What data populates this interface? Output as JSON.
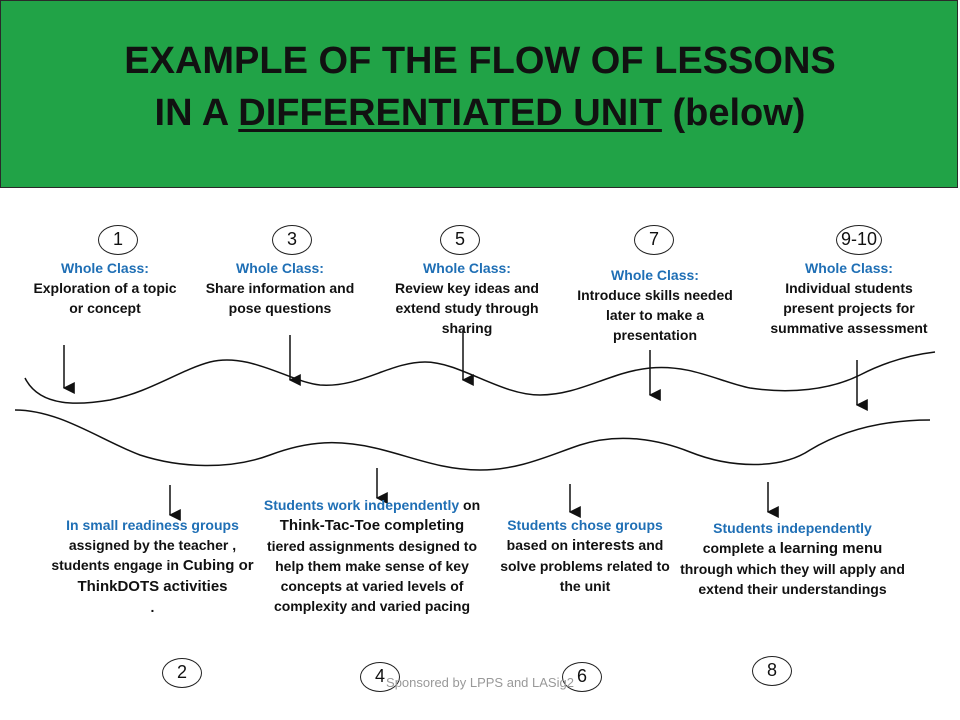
{
  "colors": {
    "banner": "#21a347",
    "accent_blue": "#1f6fb5",
    "wave": "#111111"
  },
  "title": {
    "line1": "EXAMPLE OF THE FLOW OF LESSONS",
    "line2_pre": "IN A ",
    "line2_underlined": "DIFFERENTIATED UNIT",
    "line2_post": " (below)"
  },
  "steps_top": [
    {
      "num": "1",
      "head": "Whole Class:",
      "body": "Exploration of a topic or concept"
    },
    {
      "num": "3",
      "head": "Whole Class:",
      "body": "Share information and pose questions"
    },
    {
      "num": "5",
      "head": "Whole Class:",
      "body": "Review key ideas and extend study through sharing"
    },
    {
      "num": "7",
      "head": "Whole Class:",
      "body": "Introduce skills needed later to make a presentation"
    },
    {
      "num": "9-10",
      "head": "Whole Class:",
      "body": "Individual students present projects  for summative assessment"
    }
  ],
  "steps_bottom": [
    {
      "num": "2",
      "part1": "In small readiness groups",
      "part2": " assigned by the teacher , students engage in ",
      "part3": "Cubing or ThinkDOTS activities",
      "part4": "."
    },
    {
      "num": "4",
      "part1": "Students work independently",
      "part2": " on ",
      "part3": "Think-Tac-Toe",
      "part4": " completing",
      "part5": "tiered assignments designed to help them make sense of key concepts at varied levels of complexity and varied pacing"
    },
    {
      "num": "6",
      "part1": "Students chose groups",
      "part2": " based on ",
      "part3": "interests",
      "part4": " and solve problems related to the unit"
    },
    {
      "num": "8",
      "part1": "Students  independently",
      "part2": "complete a ",
      "part3": "learning menu",
      "part4": " through which they will apply and extend their understandings"
    }
  ],
  "footer": "Sponsored by LPPS and LASig2"
}
